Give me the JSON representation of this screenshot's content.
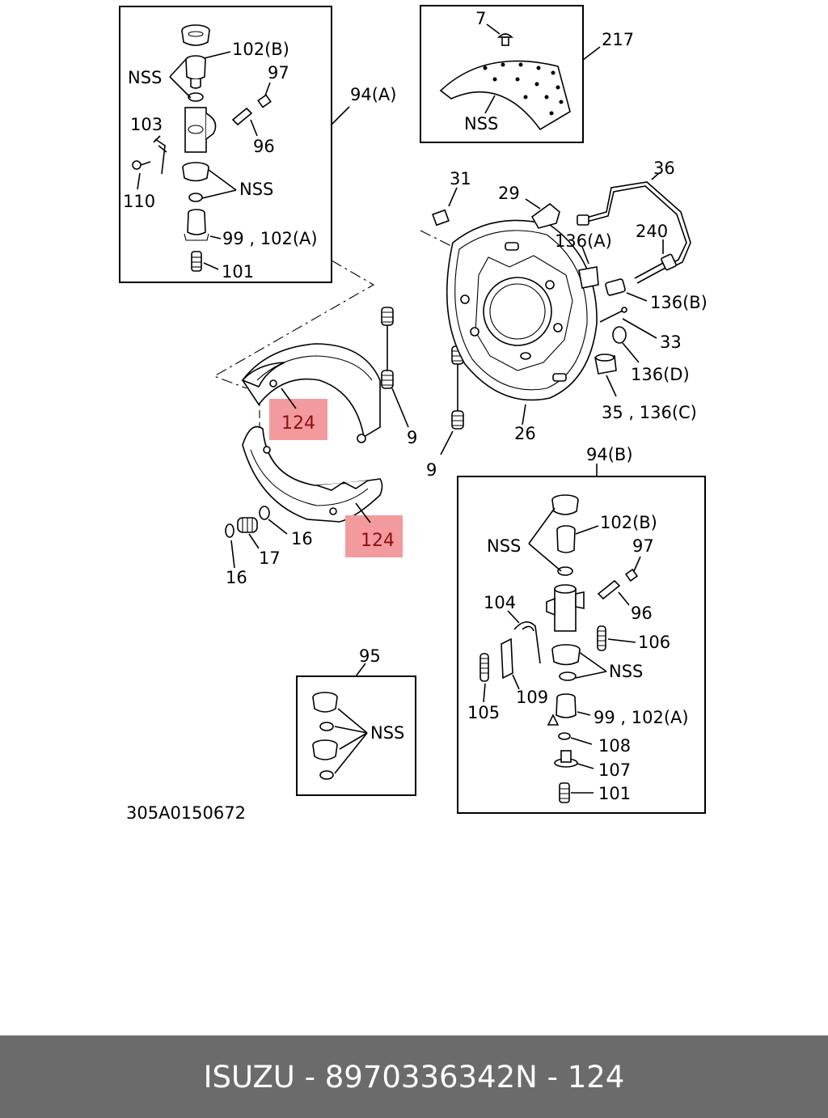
{
  "diagram": {
    "drawing_code": "305A0150672",
    "callouts": {
      "c7": "7",
      "c217": "217",
      "nss_shoe": "NSS",
      "a_nss1": "NSS",
      "a_102b": "102(B)",
      "a_97": "97",
      "a_103": "103",
      "a_96": "96",
      "a_110": "110",
      "a_nss2": "NSS",
      "a_99": "99 , 102(A)",
      "a_101": "101",
      "a_94a": "94(A)",
      "c31": "31",
      "c29": "29",
      "c36": "36",
      "c136a": "136(A)",
      "c240": "240",
      "c136b": "136(B)",
      "c33": "33",
      "c136d": "136(D)",
      "c35": "35 , 136(C)",
      "c26": "26",
      "c9a": "9",
      "c9b": "9",
      "c124a": "124",
      "c124b": "124",
      "c16a": "16",
      "c16b": "16",
      "c17": "17",
      "b_94b": "94(B)",
      "b_nss1": "NSS",
      "b_102b": "102(B)",
      "b_97": "97",
      "b_104": "104",
      "b_96": "96",
      "b_106": "106",
      "b_nss2": "NSS",
      "b_105": "105",
      "b_109": "109",
      "b_99": "99 , 102(A)",
      "b_108": "108",
      "b_107": "107",
      "b_101": "101",
      "c95": "95",
      "k_nss": "NSS"
    }
  },
  "footer": {
    "brand": "ISUZU",
    "part_number": "8970336342",
    "position": "N - 124"
  },
  "colors": {
    "highlight": "#f39a9e",
    "footer_bg": "#6b6b6b",
    "footer_text": "#ffffff"
  }
}
